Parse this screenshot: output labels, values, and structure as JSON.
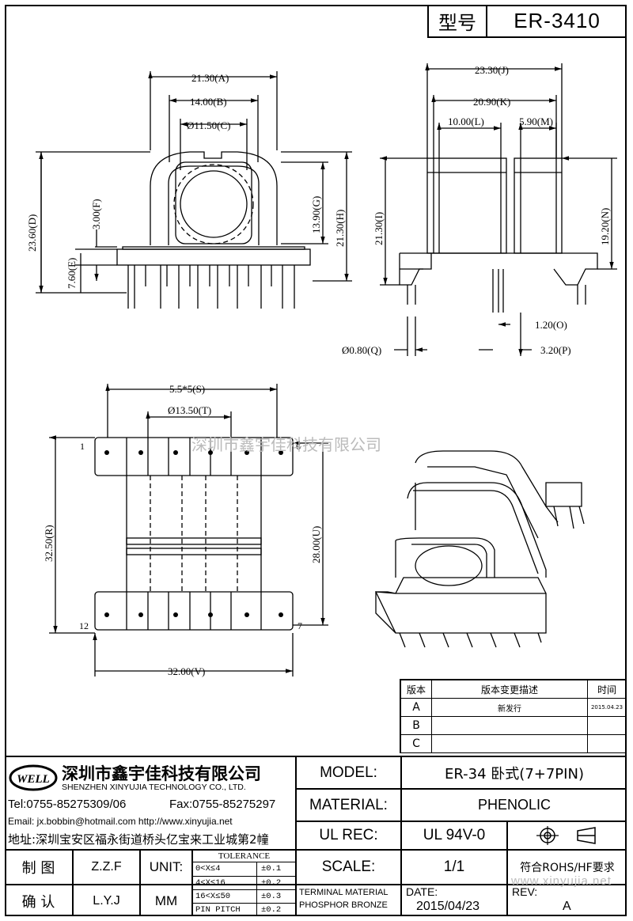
{
  "header": {
    "type_label": "型号",
    "part_number": "ER-3410"
  },
  "dims": {
    "A": "21.30(A)",
    "B": "14.00(B)",
    "C": "Ø11.50(C)",
    "D": "23.60(D)",
    "E": "7.60(E)",
    "F": "3.00(F)",
    "G": "13.90(G)",
    "H": "21.30(H)",
    "I": "21.30(I)",
    "J": "23.30(J)",
    "K": "20.90(K)",
    "L": "10.00(L)",
    "M": "5.90(M)",
    "N": "19.20(N)",
    "O": "1.20(O)",
    "P": "3.20(P)",
    "Q": "Ø0.80(Q)",
    "R": "32.50(R)",
    "S": "5.5*5(S)",
    "T": "Ø13.50(T)",
    "U": "28.00(U)",
    "V": "32.00(V)"
  },
  "pins": {
    "p1": "1",
    "p6": "6",
    "p7": "7",
    "p12": "12"
  },
  "watermark": {
    "center": "深圳市鑫宇佳科技有限公司",
    "corner": "www.xinyujia.net"
  },
  "revision": {
    "headers": [
      "版本",
      "版本变更描述",
      "时间"
    ],
    "rows": [
      {
        "ver": "A",
        "desc": "新发行",
        "date": "2015.04.23"
      },
      {
        "ver": "B",
        "desc": "",
        "date": ""
      },
      {
        "ver": "C",
        "desc": "",
        "date": ""
      }
    ]
  },
  "company": {
    "logo": "WELL",
    "name_cn": "深圳市鑫宇佳科技有限公司",
    "name_en": "SHENZHEN XINYUJIA TECHNOLOGY CO., LTD.",
    "tel": "Tel:0755-85275309/06",
    "fax": "Fax:0755-85275297",
    "email": "Email: jx.bobbin@hotmail.com http://www.xinyujia.net",
    "address": "地址:深圳宝安区福永街道桥头亿宝来工业城第2幢"
  },
  "titleblock": {
    "model_label": "MODEL:",
    "model_value": "ER-34 卧式(7+7PIN)",
    "material_label": "MATERIAL:",
    "material_value": "PHENOLIC",
    "ulrec_label": "UL REC:",
    "ulrec_value": "UL 94V-0",
    "scale_label": "SCALE:",
    "scale_value": "1/1",
    "rohs": "符合ROHS/HF要求",
    "draw_label": "制  图",
    "draw_value": "Z.Z.F",
    "check_label": "确  认",
    "check_value": "L.Y.J",
    "unit_label": "UNIT:",
    "unit_value": "MM",
    "tolerance_title": "TOLERANCE",
    "tolerances": [
      {
        "range": "0<X≤4",
        "value": "±0.1"
      },
      {
        "range": "4<X≤16",
        "value": "±0.2"
      },
      {
        "range": "16<X≤50",
        "value": "±0.3"
      },
      {
        "range": "PIN PITCH",
        "value": "±0.2"
      }
    ],
    "terminal_material": "TERMINAL MATERIAL",
    "terminal_value": "PHOSPHOR BRONZE",
    "date_label": "DATE:",
    "date_value": "2015/04/23",
    "rev_label": "REV:",
    "rev_value": "A"
  }
}
